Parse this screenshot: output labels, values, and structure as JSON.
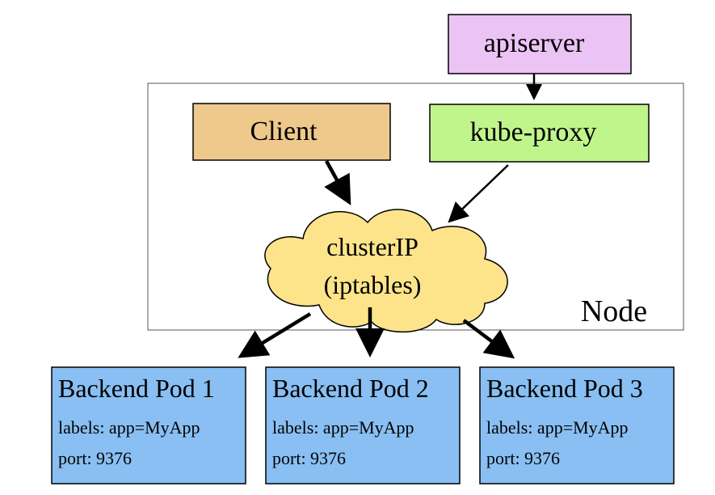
{
  "nodes": {
    "apiserver": {
      "label": "apiserver"
    },
    "client": {
      "label": "Client"
    },
    "kube_proxy": {
      "label": "kube-proxy"
    },
    "cluster_ip": {
      "line1": "clusterIP",
      "line2": "(iptables)"
    },
    "node": {
      "label": "Node"
    },
    "pods": [
      {
        "title": "Backend Pod 1",
        "labels": "labels: app=MyApp",
        "port": "port: 9376"
      },
      {
        "title": "Backend Pod 2",
        "labels": "labels: app=MyApp",
        "port": "port: 9376"
      },
      {
        "title": "Backend Pod 3",
        "labels": "labels: app=MyApp",
        "port": "port: 9376"
      }
    ]
  },
  "colors": {
    "apiserver_fill": "#ecc3f5",
    "client_fill": "#efc98c",
    "kube_proxy_fill": "#c0f58c",
    "cluster_ip_fill": "#fde48a",
    "pod_fill": "#89bff2",
    "border": "#000000",
    "node_border": "#555555"
  }
}
